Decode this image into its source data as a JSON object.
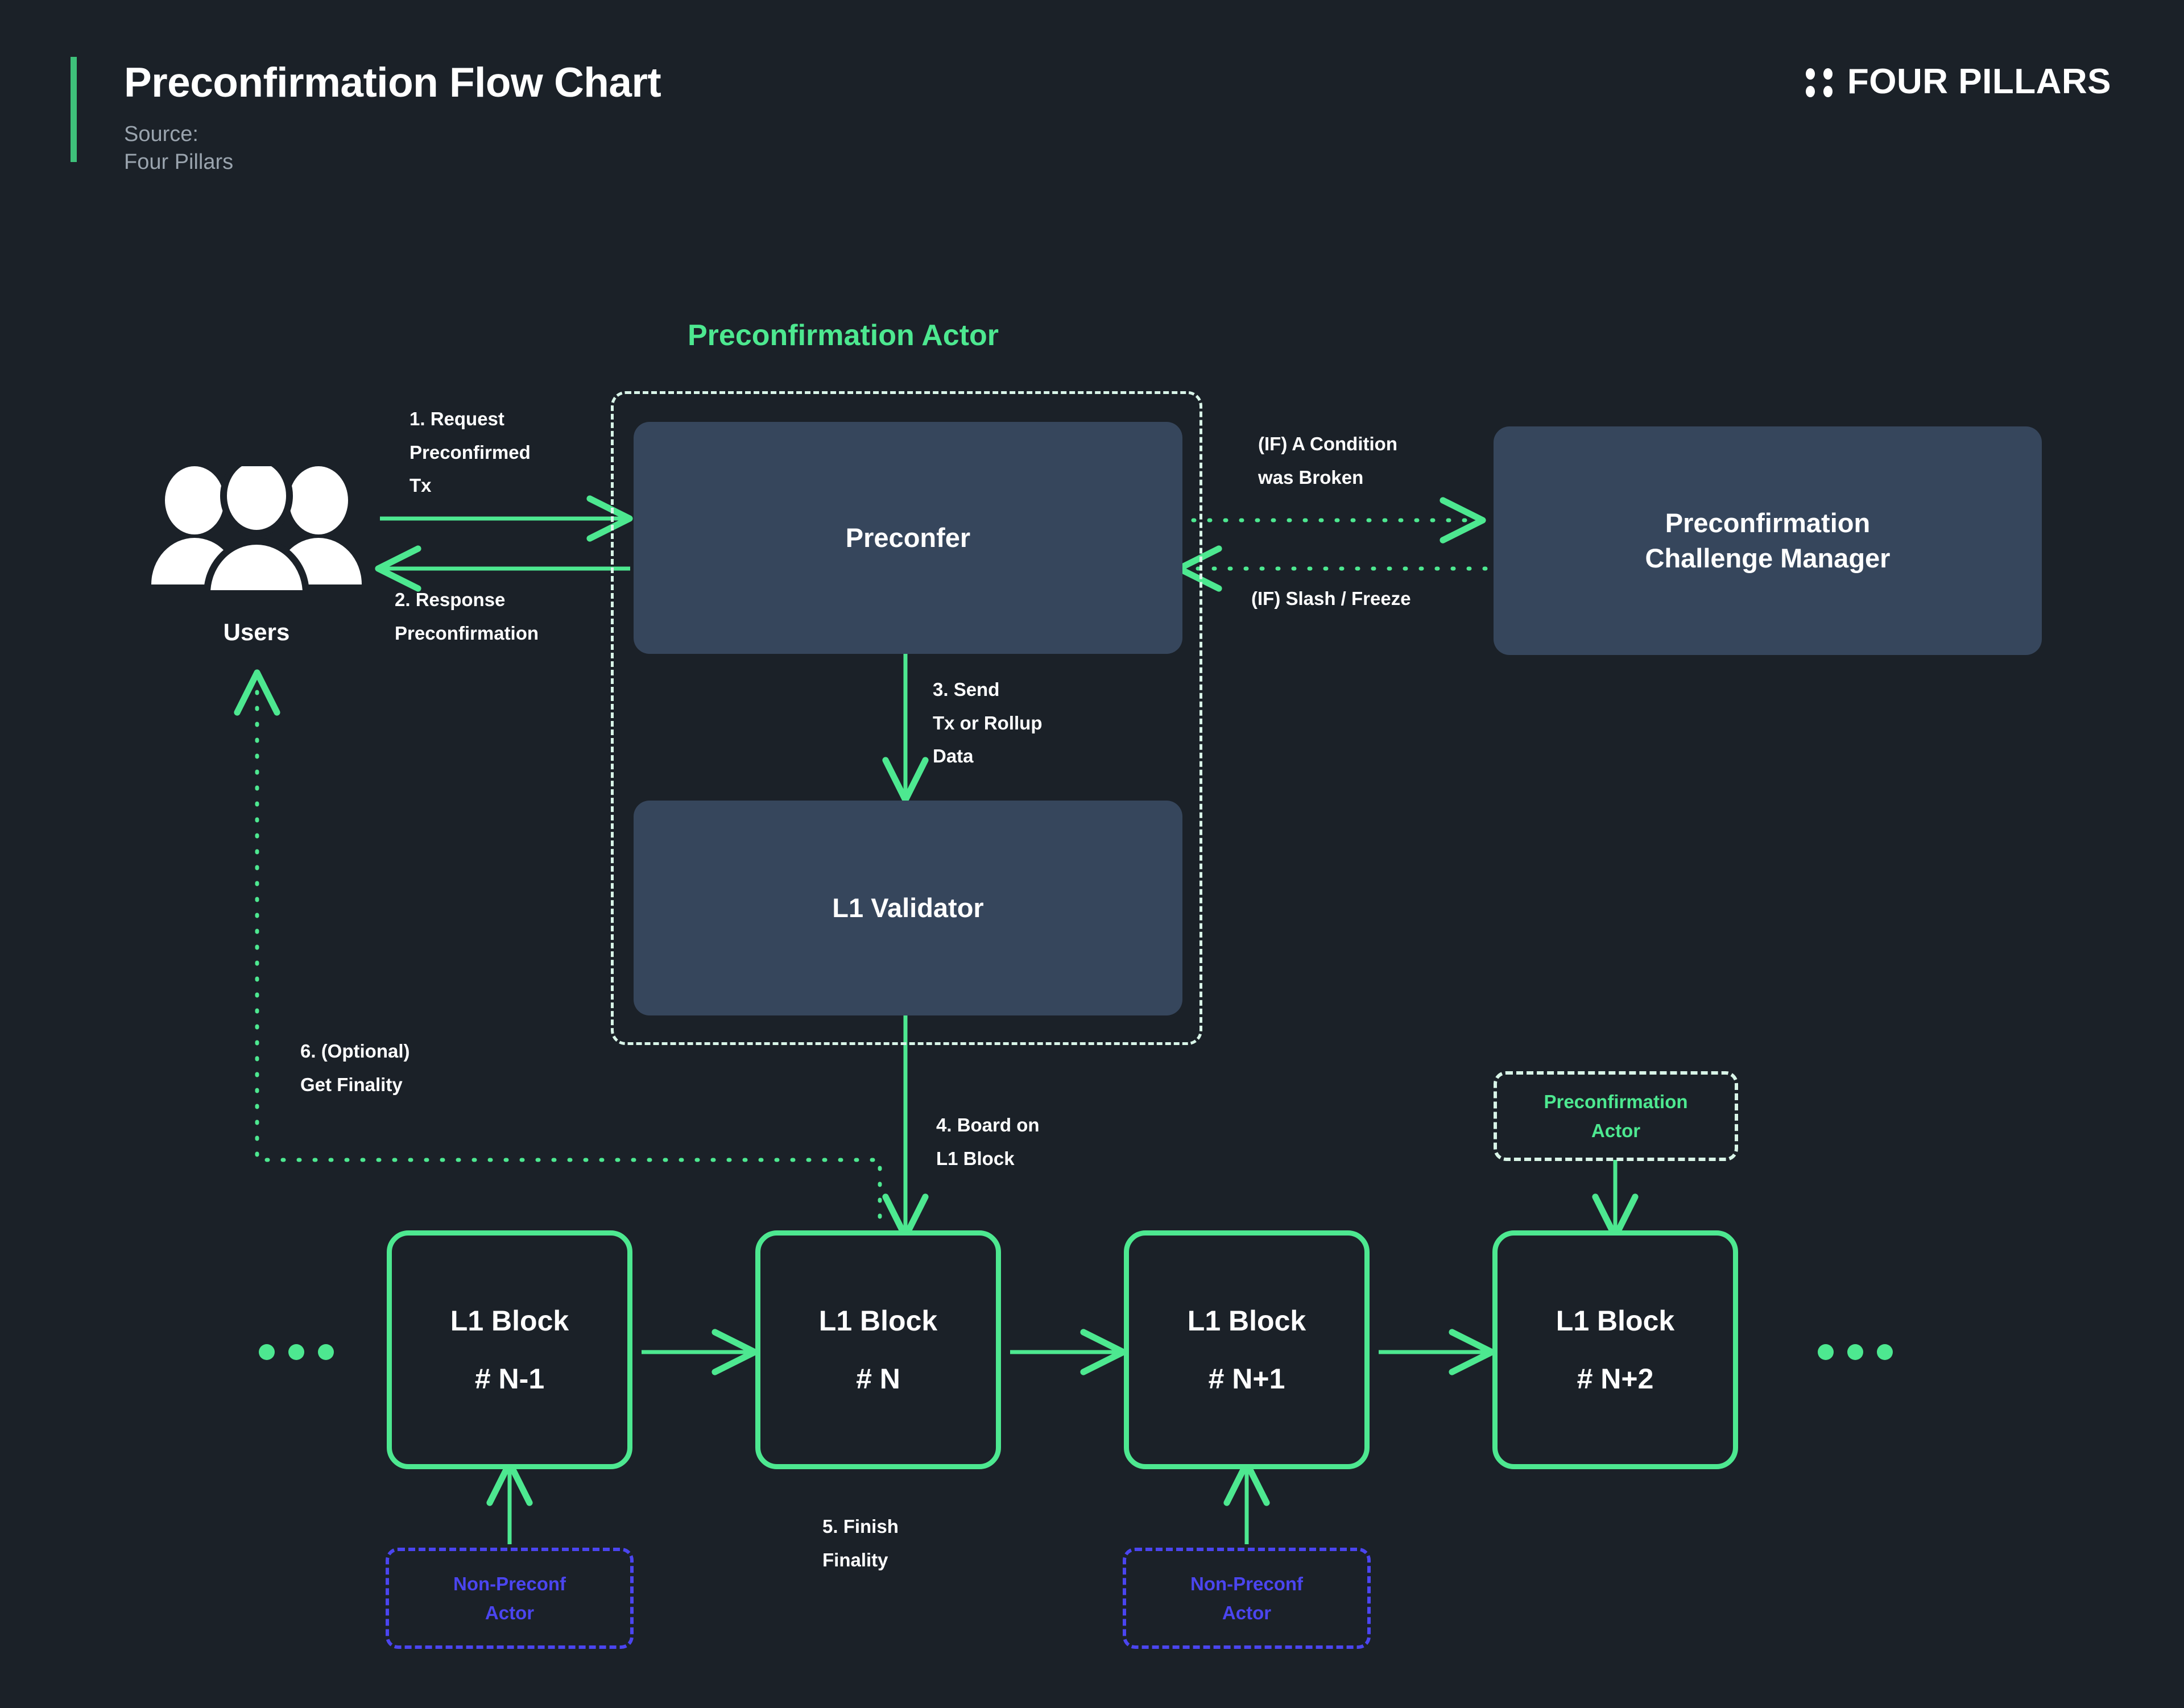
{
  "header": {
    "title": "Preconfirmation Flow Chart",
    "source": "Source:\nFour Pillars",
    "brand": "FOUR PILLARS",
    "brand_icon": "four-dots-icon",
    "accent_bar_color": "#3ec17a"
  },
  "colors": {
    "background": "#1b2128",
    "green": "#4de890",
    "node_fill": "#36465c",
    "dashed_border": "#d9f5e8",
    "non_preconf": "#4b45f0",
    "text": "#ffffff",
    "muted": "#9aa4ae"
  },
  "groups": {
    "preconfirmation_actor_title": "Preconfirmation Actor"
  },
  "nodes": {
    "users": "Users",
    "preconfer": "Preconfer",
    "l1_validator": "L1 Validator",
    "challenge_manager": "Preconfirmation\nChallenge Manager"
  },
  "edge_labels": {
    "step1": "1. Request\n    Preconfirmed\n    Tx",
    "step2": "2. Response\n    Preconfirmation",
    "step3": "3. Send\n    Tx or Rollup\n    Data",
    "step4": "4. Board on\n    L1 Block",
    "step5": "5. Finish\n    Finality",
    "step6": "6. (Optional)\n    Get Finality",
    "if_condition_broken": "(IF) A Condition\nwas Broken",
    "if_slash_freeze": "(IF) Slash / Freeze"
  },
  "chain": {
    "ellipsis_left": "...",
    "ellipsis_right": "...",
    "blocks": [
      {
        "name": "L1 Block",
        "number": "# N-1"
      },
      {
        "name": "L1 Block",
        "number": "# N"
      },
      {
        "name": "L1 Block",
        "number": "# N+1"
      },
      {
        "name": "L1 Block",
        "number": "# N+2"
      }
    ]
  },
  "tags": {
    "non_preconf_actor_1": "Non-Preconf\nActor",
    "non_preconf_actor_2": "Non-Preconf\nActor",
    "preconfirmation_actor_tag": "Preconfirmation\nActor"
  }
}
